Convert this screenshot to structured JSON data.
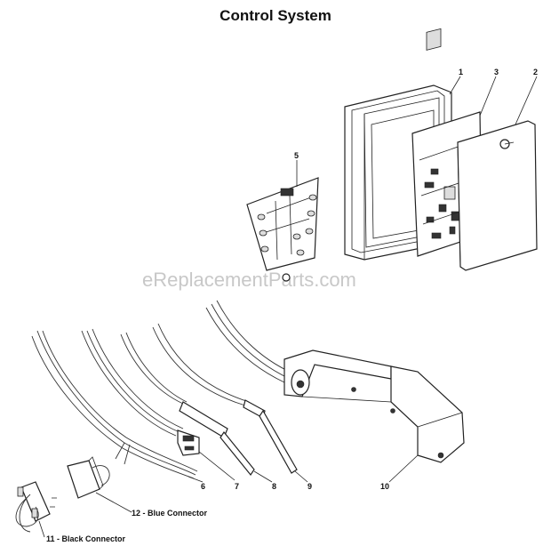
{
  "title": "Control System",
  "watermark": "eReplacementParts.com",
  "callouts": {
    "c1": "1",
    "c2": "2",
    "c3": "3",
    "c5": "5",
    "c6": "6",
    "c7": "7",
    "c8": "8",
    "c9": "9",
    "c10": "10",
    "c11": "11 - Black Connector",
    "c12": "12 - Blue Connector"
  }
}
